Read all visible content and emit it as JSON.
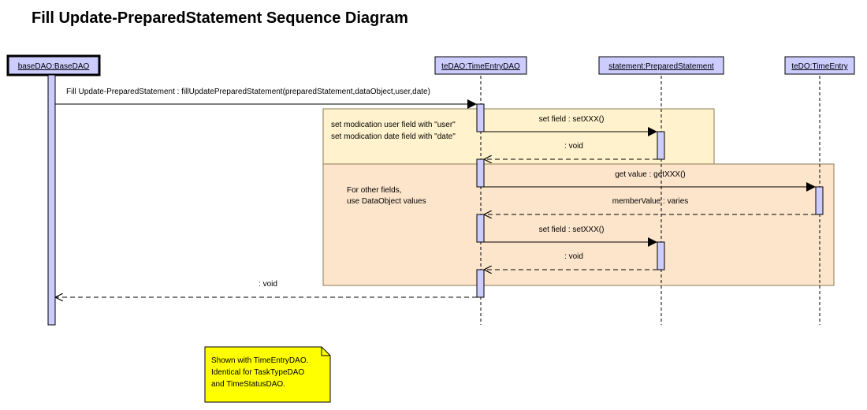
{
  "diagram": {
    "title": "Fill Update-PreparedStatement Sequence Diagram",
    "lifelines": [
      {
        "name": "baseDAO:BaseDAO",
        "active": true
      },
      {
        "name": "teDAO:TimeEntryDAO"
      },
      {
        "name": "statement:PreparedStatement"
      },
      {
        "name": "teDO:TimeEntry"
      }
    ],
    "messages": [
      {
        "label": "Fill Update-PreparedStatement : fillUpdatePreparedStatement(preparedStatement,dataObject,user,date)"
      },
      {
        "label": "set field : setXXX()"
      },
      {
        "label": ": void"
      },
      {
        "label": "get value : getXXX()"
      },
      {
        "label": "memberValue : varies"
      },
      {
        "label": "set field : setXXX()"
      },
      {
        "label": ": void"
      },
      {
        "label": ": void"
      }
    ],
    "regions": [
      {
        "lines": [
          "set modication user field with \"user\"",
          "set modication date field with \"date\""
        ],
        "color": "#FFF2CC"
      },
      {
        "lines": [
          "For other fields,",
          "use DataObject values"
        ],
        "color": "#FDE5CB"
      }
    ],
    "note": {
      "lines": [
        "Shown with TimeEntryDAO.",
        "Identical for TaskTypeDAO",
        "and TimeStatusDAO."
      ],
      "color": "#FFFF00"
    }
  }
}
